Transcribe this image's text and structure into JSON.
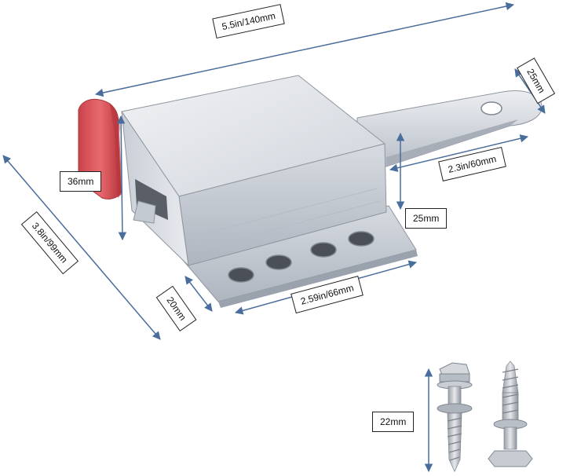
{
  "dimensions": {
    "length": "5.5in/140mm",
    "tab_width": "25mm",
    "bolt_extension": "2.3in/60mm",
    "handle_height": "36mm",
    "overall_height": "3.8in/99mm",
    "body_height": "25mm",
    "base_depth": "20mm",
    "base_width": "2.59in/66mm",
    "screw_length": "22mm"
  },
  "colors": {
    "dimension_line": "#4a6e9c",
    "metal_light": "#e4e6ea",
    "metal_mid": "#c7ccd4",
    "metal_dark": "#9aa2ad",
    "handle_red": "#e05a5f"
  }
}
